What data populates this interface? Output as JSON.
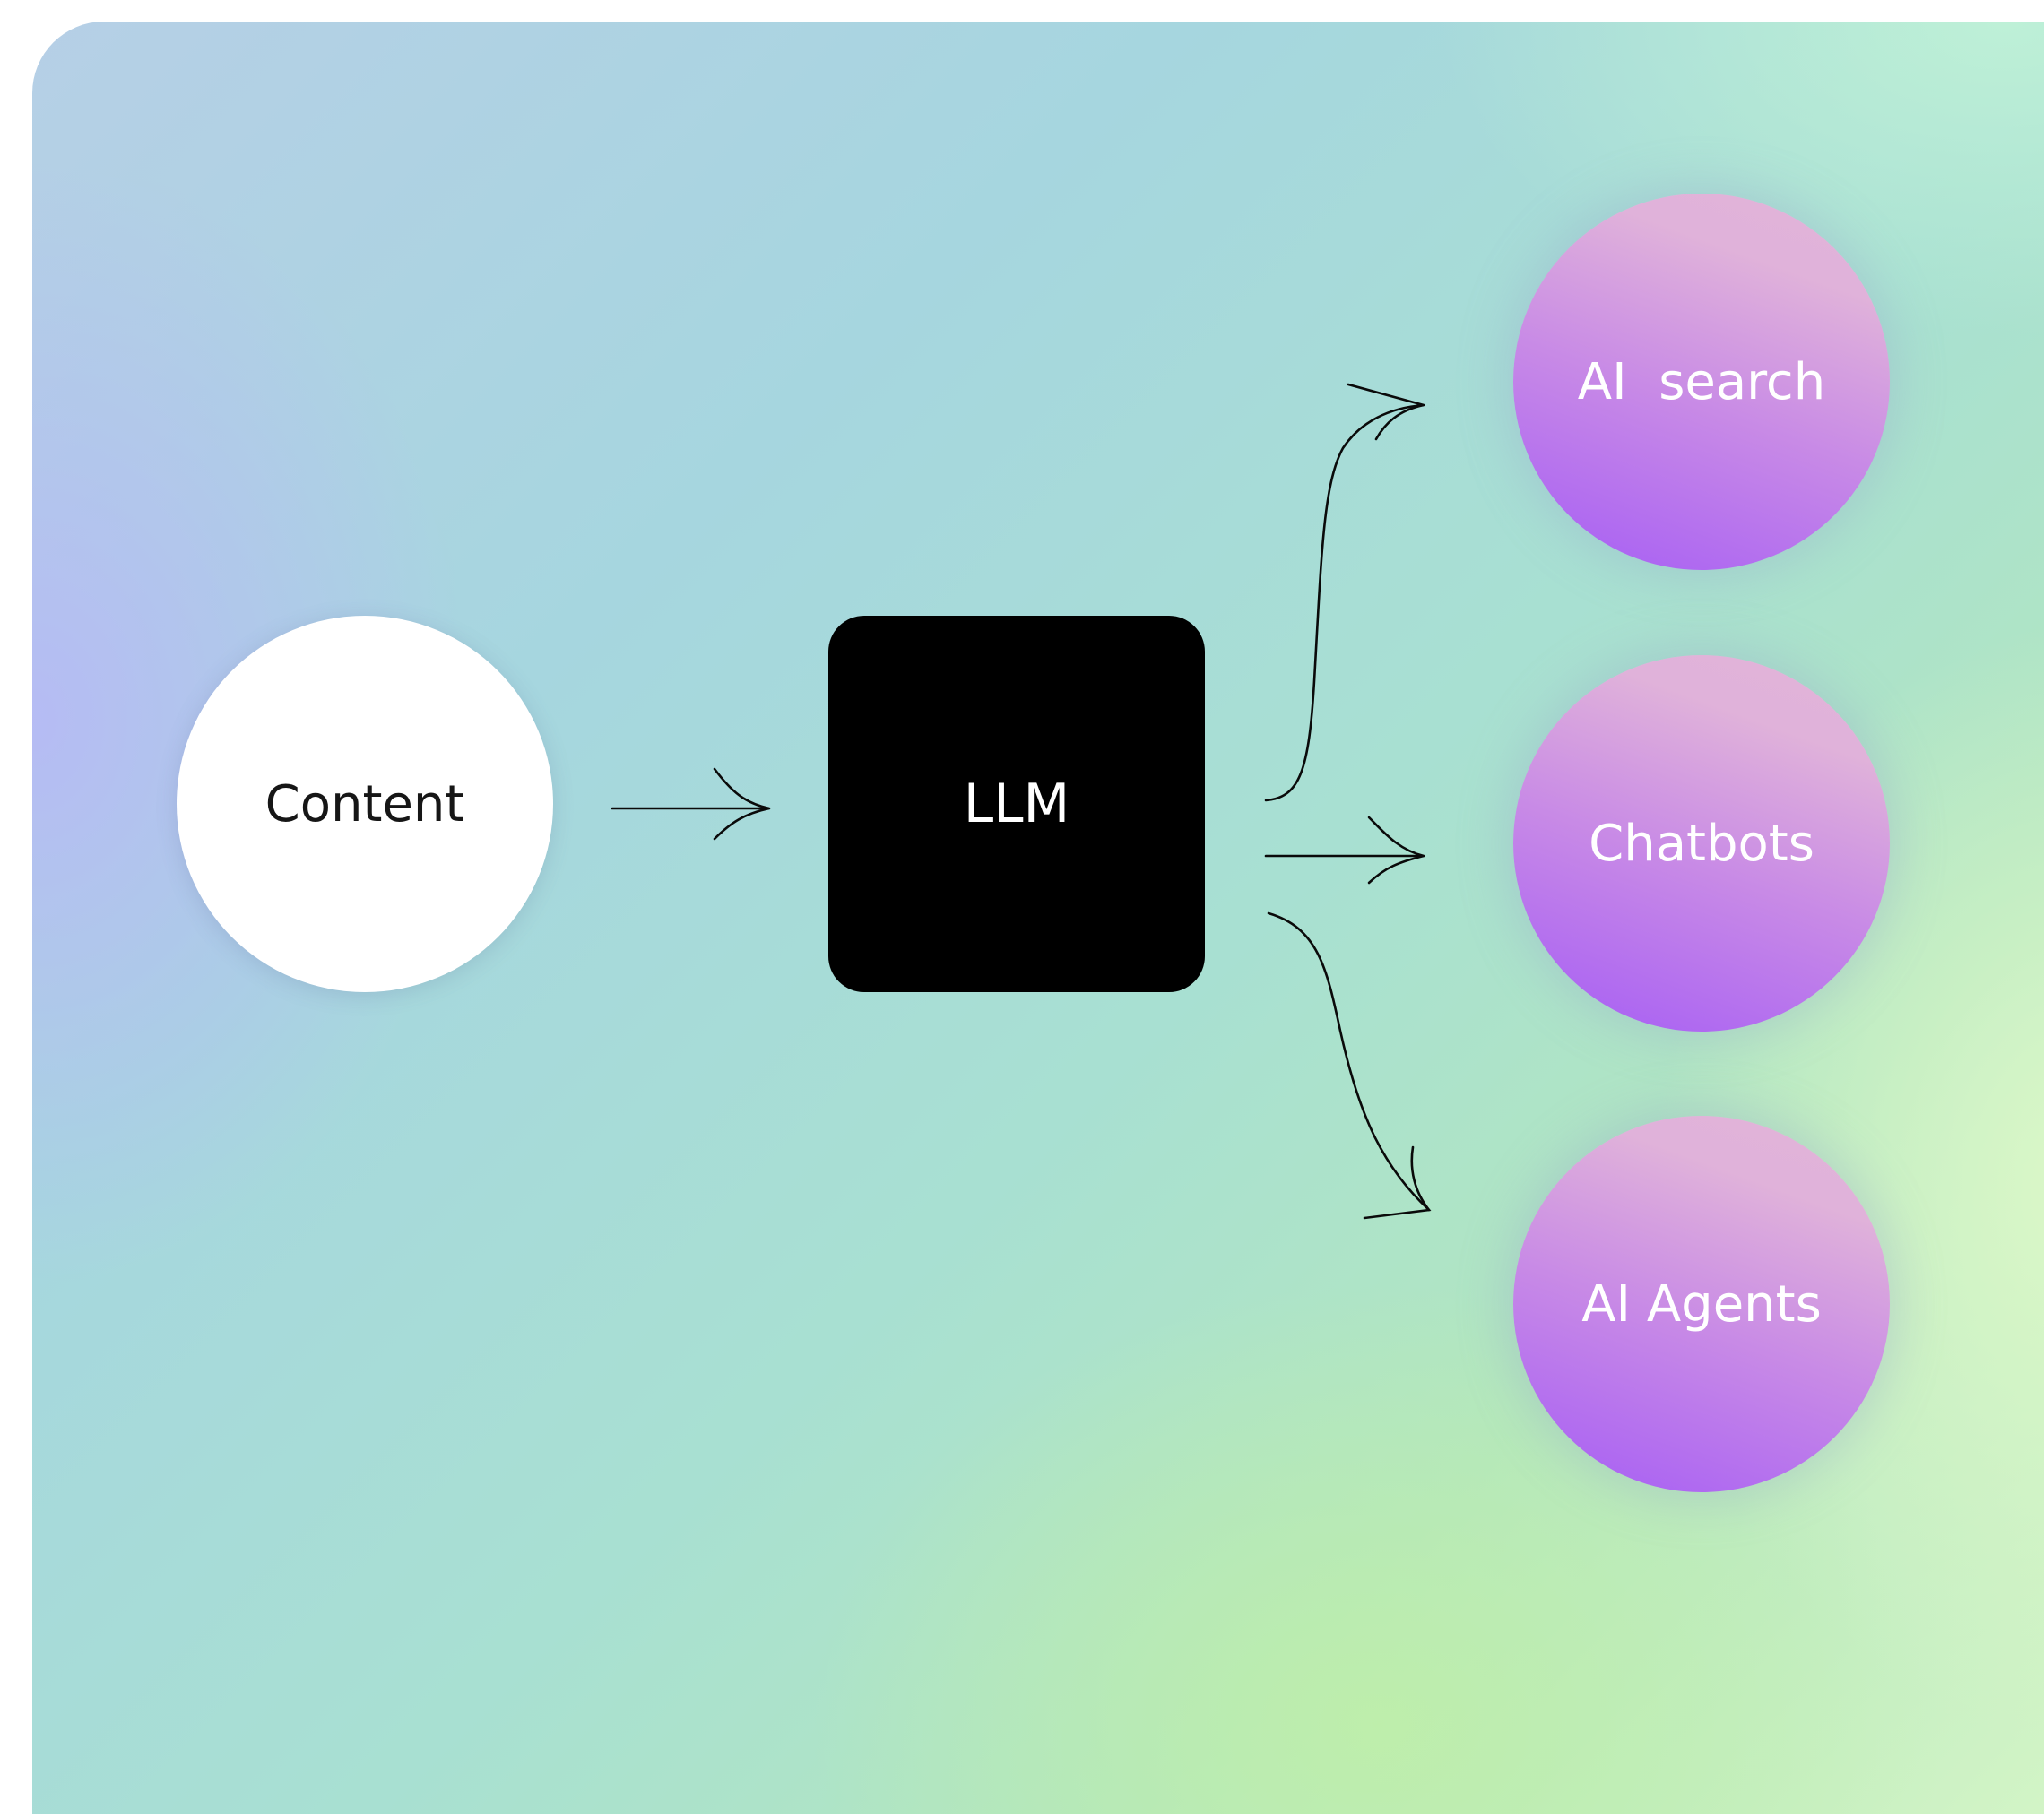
{
  "diagram": {
    "title": "",
    "nodes": {
      "content": {
        "label": "Content",
        "shape": "circle",
        "fill": "#ffffff",
        "text_color": "#161616"
      },
      "llm": {
        "label": "LLM",
        "shape": "rounded-square",
        "fill": "#000000",
        "text_color": "#ffffff"
      },
      "outputs": [
        {
          "label": "AI  search",
          "shape": "circle",
          "text_color": "#ffffff"
        },
        {
          "label": "Chatbots",
          "shape": "circle",
          "text_color": "#ffffff"
        },
        {
          "label": "AI Agents",
          "shape": "circle",
          "text_color": "#ffffff"
        }
      ]
    },
    "edges": [
      {
        "from": "Content",
        "to": "LLM"
      },
      {
        "from": "LLM",
        "to": "AI  search"
      },
      {
        "from": "LLM",
        "to": "Chatbots"
      },
      {
        "from": "LLM",
        "to": "AI Agents"
      }
    ],
    "colors": {
      "output_gradient_top": "#e2b4d8",
      "output_gradient_bottom": "#a55cf5",
      "arrow": "#0a0a0a"
    }
  }
}
